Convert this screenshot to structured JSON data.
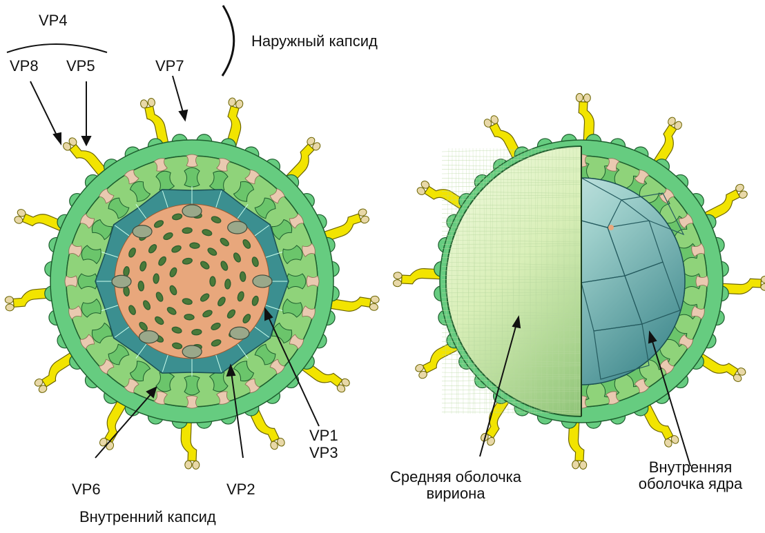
{
  "labels": {
    "vp4": "VP4",
    "vp8": "VP8",
    "vp5": "VP5",
    "vp7": "VP7",
    "outer_capsid": "Наружный капсид",
    "vp1": "VP1",
    "vp3": "VP3",
    "vp6": "VP6",
    "vp2": "VP2",
    "inner_capsid": "Внутренний капсид",
    "middle_shell_line1": "Средняя оболочка",
    "middle_shell_line2": "вириона",
    "inner_shell_line1": "Внутренняя",
    "inner_shell_line2": "оболочка ядра"
  },
  "colors": {
    "outer_green": "#66cc80",
    "mid_green": "#5fbf5f",
    "tan": "#e9c9b0",
    "teal": "#3b8f90",
    "core": "#e8a77c",
    "spike_yellow": "#f2e400",
    "rna": "#2f5f2f",
    "enzyme": "#9aa88a"
  }
}
